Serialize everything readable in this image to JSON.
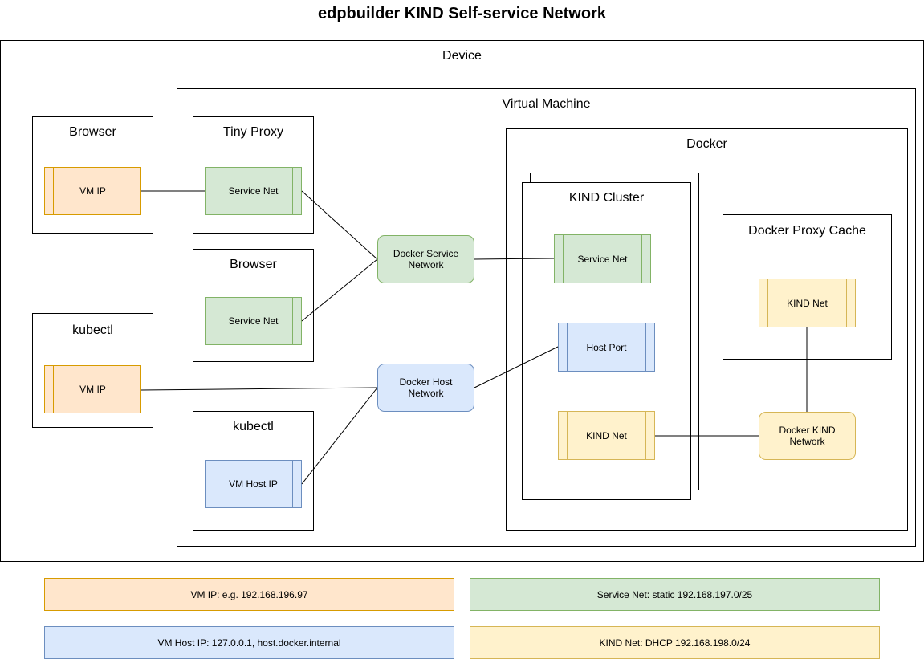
{
  "title": "edpbuilder KIND Self-service Network",
  "containers": {
    "device": "Device",
    "virtual_machine": "Virtual Machine",
    "docker": "Docker",
    "kind_cluster": "KIND Cluster",
    "docker_proxy_cache": "Docker Proxy Cache",
    "host_browser": "Browser",
    "host_kubectl": "kubectl",
    "tiny_proxy": "Tiny Proxy",
    "vm_browser": "Browser",
    "vm_kubectl": "kubectl"
  },
  "interfaces": {
    "host_browser_vm_ip": "VM IP",
    "host_kubectl_vm_ip": "VM IP",
    "tiny_proxy_service_net": "Service Net",
    "vm_browser_service_net": "Service Net",
    "vm_kubectl_vm_host_ip": "VM Host IP",
    "kind_service_net": "Service Net",
    "kind_host_port": "Host Port",
    "kind_kind_net": "KIND Net",
    "proxy_cache_kind_net": "KIND Net"
  },
  "networks": {
    "docker_service": "Docker Service\nNetwork",
    "docker_host": "Docker Host\nNetwork",
    "docker_kind": "Docker KIND\nNetwork"
  },
  "legend": {
    "vm_ip": "VM IP: e.g. 192.168.196.97",
    "service_net": "Service Net: static 192.168.197.0/25",
    "vm_host_ip": "VM Host IP: 127.0.0.1, host.docker.internal",
    "kind_net": "KIND Net: DHCP 192.168.198.0/24"
  },
  "colors": {
    "orange_fill": "#ffe6cc",
    "orange_stroke": "#d79b00",
    "green_fill": "#d5e8d4",
    "green_stroke": "#82b366",
    "blue_fill": "#dae8fc",
    "blue_stroke": "#6c8ebf",
    "yellow_fill": "#fff2cc",
    "yellow_stroke": "#d6b656"
  }
}
